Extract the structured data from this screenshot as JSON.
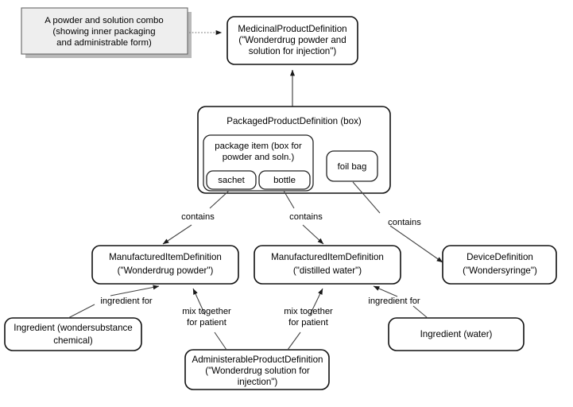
{
  "diagram": {
    "type": "uml-object-diagram",
    "background_color": "#ffffff",
    "note": {
      "lines": [
        "A powder and solution combo",
        "(showing inner packaging",
        "and administrable form)"
      ],
      "fill_color": "#eeeeee",
      "border_color": "#666666"
    },
    "nodes": [
      {
        "id": "medicinal-product-definition",
        "lines": [
          "MedicinalProductDefinition",
          "(\"Wonderdrug powder and",
          "solution for injection\")"
        ]
      },
      {
        "id": "packaged-product-definition",
        "lines": [
          "PackagedProductDefinition (box)"
        ]
      },
      {
        "id": "package-item",
        "lines": [
          "package item (box for",
          "powder and soln.)"
        ]
      },
      {
        "id": "sachet",
        "lines": [
          "sachet"
        ]
      },
      {
        "id": "bottle",
        "lines": [
          "bottle"
        ]
      },
      {
        "id": "foil-bag",
        "lines": [
          "foil bag"
        ]
      },
      {
        "id": "manufactured-item-powder",
        "lines": [
          "ManufacturedItemDefinition",
          "(\"Wonderdrug powder\")"
        ]
      },
      {
        "id": "manufactured-item-water",
        "lines": [
          "ManufacturedItemDefinition",
          "(\"distilled water\")"
        ]
      },
      {
        "id": "device-definition",
        "lines": [
          "DeviceDefinition",
          "(\"Wondersyringe\")"
        ]
      },
      {
        "id": "ingredient-wondersubstance",
        "lines": [
          "Ingredient (wondersubstance",
          "chemical)"
        ]
      },
      {
        "id": "ingredient-water",
        "lines": [
          "Ingredient (water)"
        ]
      },
      {
        "id": "administerable-product-definition",
        "lines": [
          "AdministerableProductDefinition",
          "(\"Wonderdrug solution for",
          "injection\")"
        ]
      }
    ],
    "edge_labels": {
      "contains_1": "contains",
      "contains_2": "contains",
      "contains_3": "contains",
      "ingredient_for_1": "ingredient for",
      "ingredient_for_2": "ingredient for",
      "mix_together_1": [
        "mix together",
        "for patient"
      ],
      "mix_together_2": [
        "mix together",
        "for patient"
      ]
    }
  }
}
